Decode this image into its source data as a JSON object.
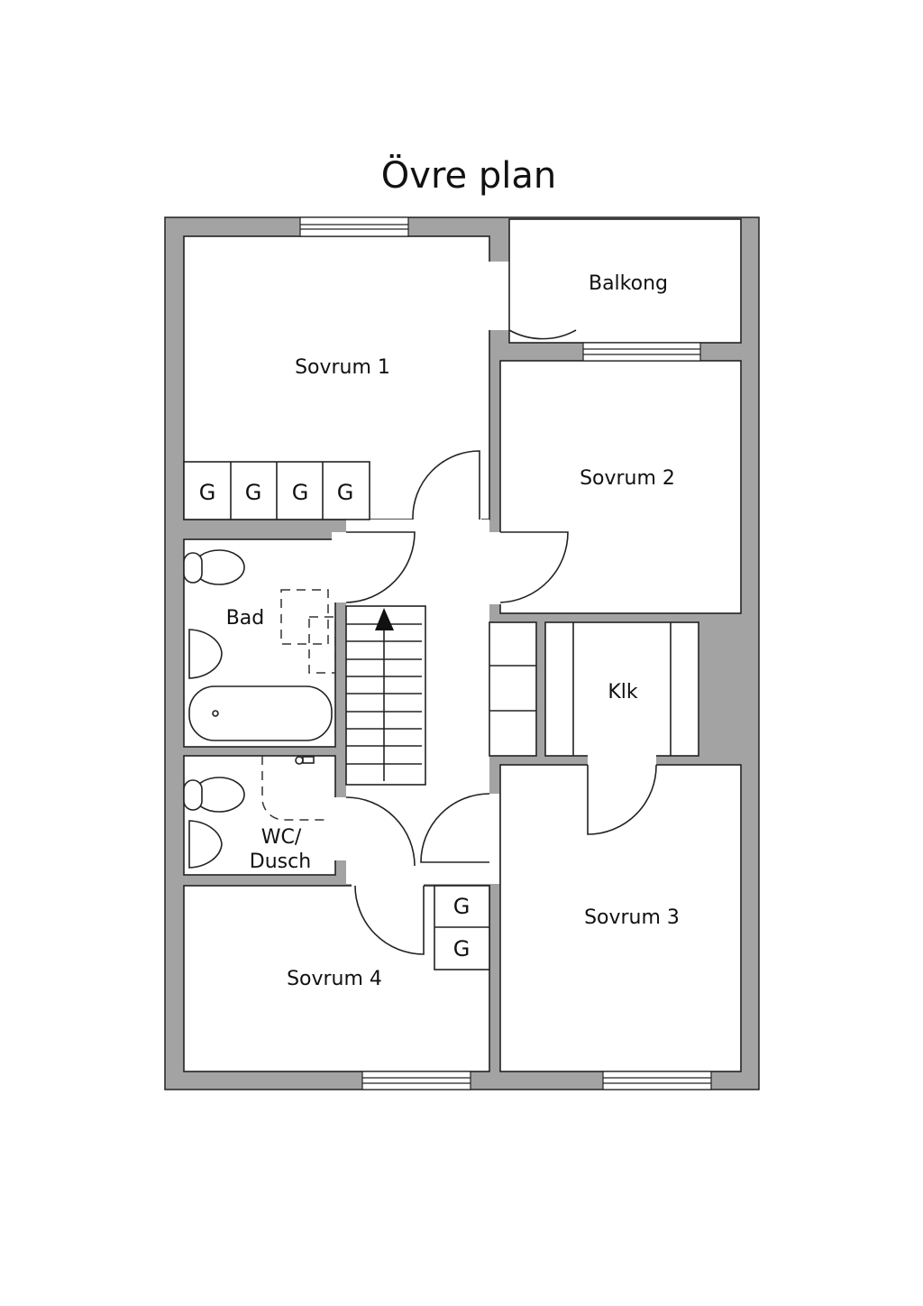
{
  "title": "Övre plan",
  "colors": {
    "wall": "#a3a3a3",
    "line": "#222222",
    "background": "#ffffff"
  },
  "rooms": {
    "sovrum1": "Sovrum 1",
    "balkong": "Balkong",
    "sovrum2": "Sovrum 2",
    "bad": "Bad",
    "klk": "Klk",
    "wc_line1": "WC/",
    "wc_line2": "Dusch",
    "sovrum3": "Sovrum 3",
    "sovrum4": "Sovrum 4"
  },
  "closet_label": "G"
}
